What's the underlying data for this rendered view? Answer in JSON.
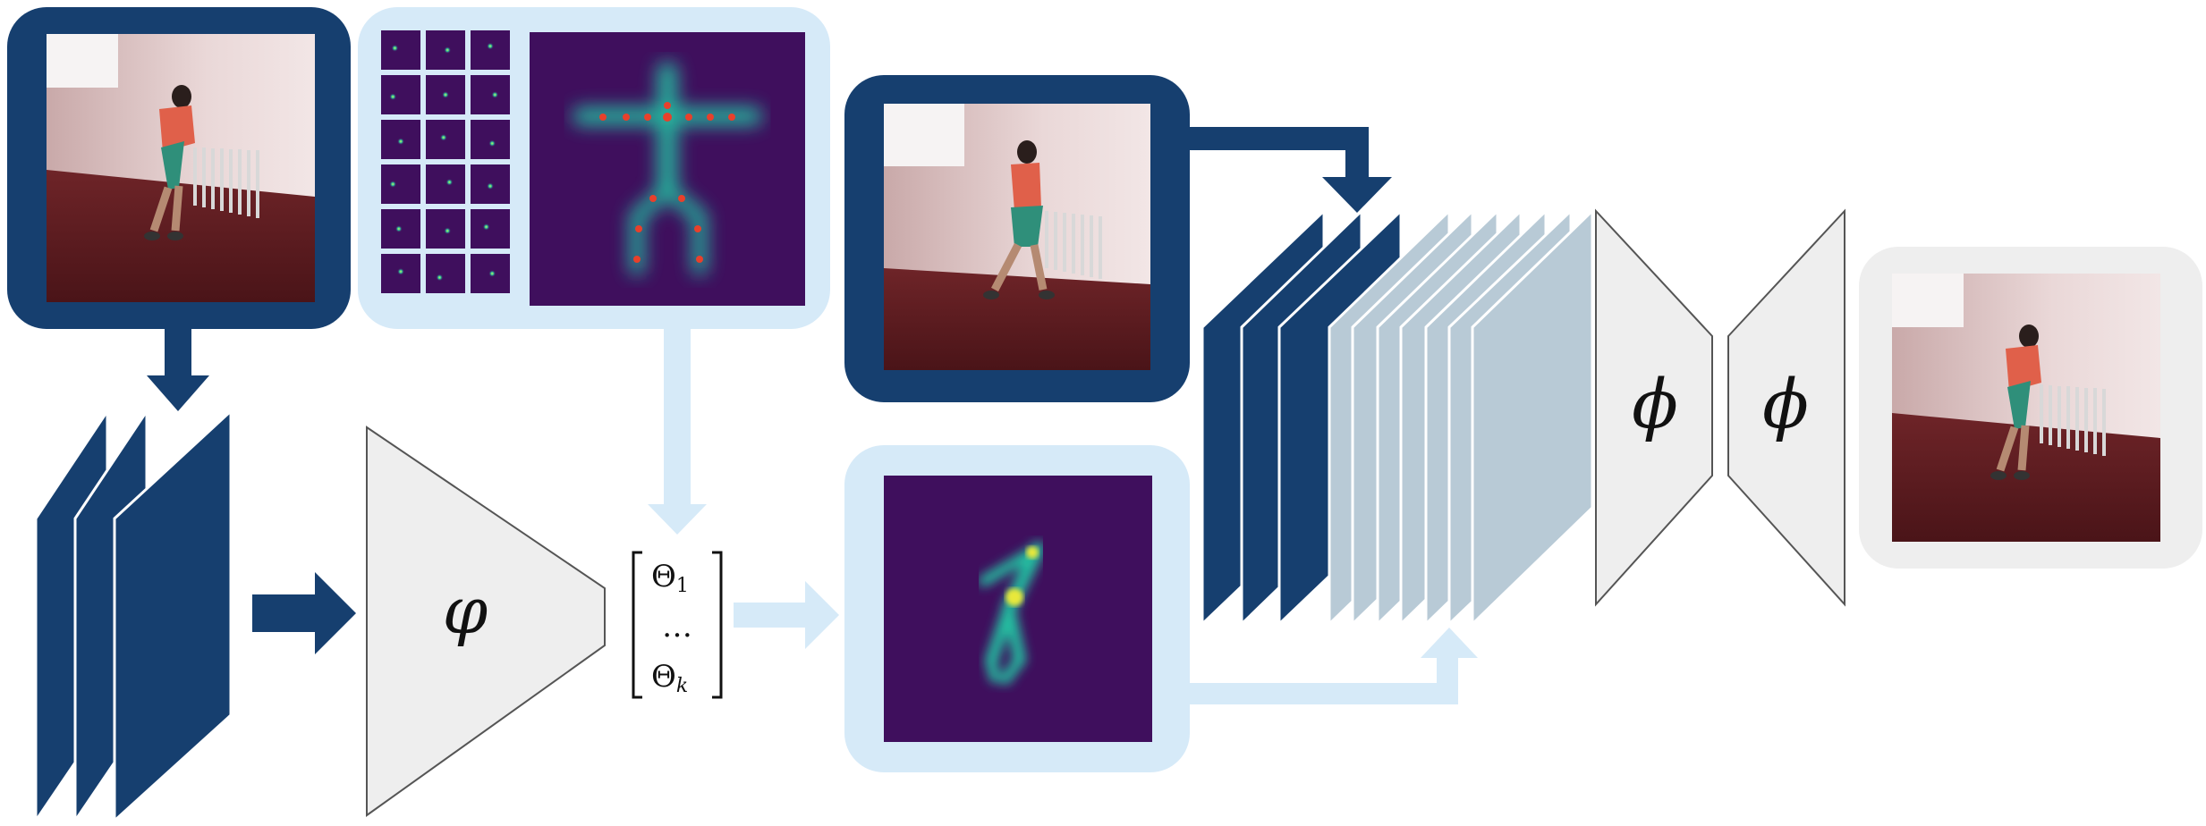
{
  "colors": {
    "dark_blue": "#163f6f",
    "light_blue": "#d6eaf8",
    "pale_slate": "#b8cad6",
    "gray_panel": "#eeeeee",
    "heatmap_bg": "#3f0f5d",
    "heatmap_glow": "#20c9a0",
    "joint_red": "#e8402b"
  },
  "encoder": {
    "symbol": "φ"
  },
  "decoder": {
    "symbol_left": "ϕ",
    "symbol_right": "ϕ"
  },
  "parameters": {
    "first": "Θ",
    "first_sub": "1",
    "ellipsis": "…",
    "last": "Θ",
    "last_sub": "k"
  },
  "heatmap_grid": {
    "rows": 6,
    "cols": 3
  }
}
